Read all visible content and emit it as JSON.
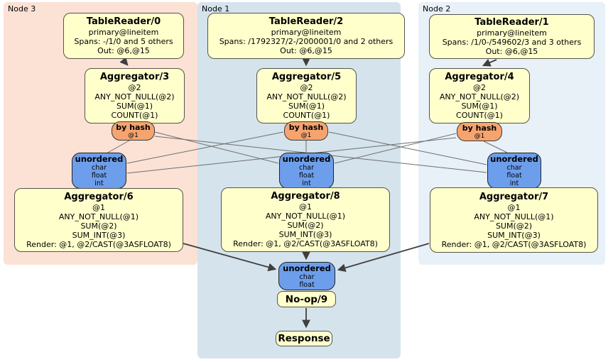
{
  "regions": {
    "node3": {
      "label": "Node 3",
      "bg": "#fce1d5"
    },
    "node1": {
      "label": "Node 1",
      "bg": "#d5e3ec"
    },
    "node2": {
      "label": "Node 2",
      "bg": "#e8f0f8"
    }
  },
  "processors": {
    "tr0": {
      "title": "TableReader/0",
      "lines": [
        "primary@lineitem",
        "Spans: -/1/0 and 5 others",
        "Out: @6,@15"
      ]
    },
    "tr2": {
      "title": "TableReader/2",
      "lines": [
        "primary@lineitem",
        "Spans: /1792327/2-/2000001/0 and 2 others",
        "Out: @6,@15"
      ]
    },
    "tr1": {
      "title": "TableReader/1",
      "lines": [
        "primary@lineitem",
        "Spans: /1/0-/549602/3 and 3 others",
        "Out: @6,@15"
      ]
    },
    "agg3": {
      "title": "Aggregator/3",
      "lines": [
        "@2",
        "ANY_NOT_NULL(@2)",
        "SUM(@1)",
        "COUNT(@1)"
      ]
    },
    "agg5": {
      "title": "Aggregator/5",
      "lines": [
        "@2",
        "ANY_NOT_NULL(@2)",
        "SUM(@1)",
        "COUNT(@1)"
      ]
    },
    "agg4": {
      "title": "Aggregator/4",
      "lines": [
        "@2",
        "ANY_NOT_NULL(@2)",
        "SUM(@1)",
        "COUNT(@1)"
      ]
    },
    "agg6": {
      "title": "Aggregator/6",
      "lines": [
        "@1",
        "ANY_NOT_NULL(@1)",
        "SUM(@2)",
        "SUM_INT(@3)",
        "Render: @1, @2/CAST(@3ASFLOAT8)"
      ]
    },
    "agg8": {
      "title": "Aggregator/8",
      "lines": [
        "@1",
        "ANY_NOT_NULL(@1)",
        "SUM(@2)",
        "SUM_INT(@3)",
        "Render: @1, @2/CAST(@3ASFLOAT8)"
      ]
    },
    "agg7": {
      "title": "Aggregator/7",
      "lines": [
        "@1",
        "ANY_NOT_NULL(@1)",
        "SUM(@2)",
        "SUM_INT(@3)",
        "Render: @1, @2/CAST(@3ASFLOAT8)"
      ]
    }
  },
  "routers": {
    "by_hash": {
      "title": "by hash",
      "sub": "@1"
    }
  },
  "syncs": {
    "unordered_cfi": {
      "title": "unordered",
      "types": [
        "char",
        "float",
        "int"
      ]
    },
    "unordered_cf": {
      "title": "unordered",
      "types": [
        "char",
        "float"
      ]
    }
  },
  "terminals": {
    "noop": {
      "title": "No-op/9"
    },
    "response": {
      "title": "Response"
    }
  },
  "colors": {
    "processor_bg": "#ffffcc",
    "router_bg": "#f5a46f",
    "sync_bg": "#6d9eeb",
    "node3_bg": "#fce1d5",
    "node1_bg": "#d5e3ec",
    "node2_bg": "#e8f0f8",
    "edge_thin": "#6e6e6e",
    "edge_thick": "#3f3f3f"
  }
}
